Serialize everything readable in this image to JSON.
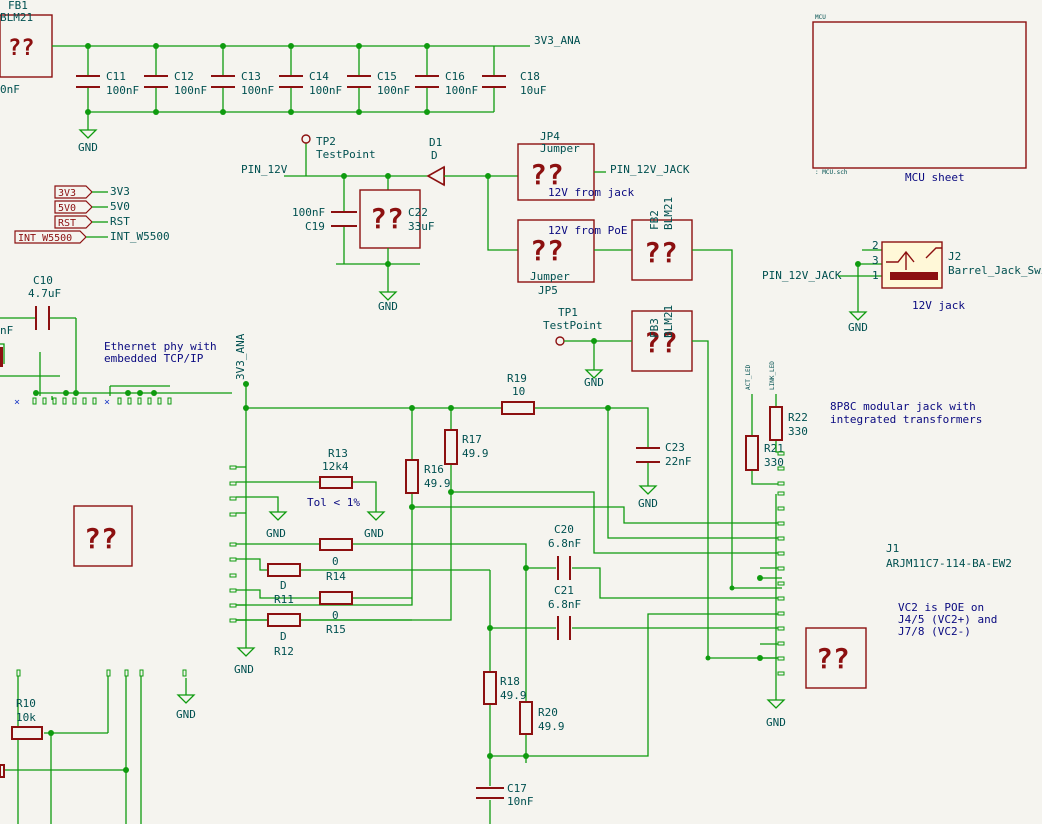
{
  "nets": {
    "v3_ana_top": "3V3_ANA",
    "v3_ana_vert": "3V3_ANA",
    "pin_12v": "PIN_12V",
    "pin_12v_jack_right": "PIN_12V_JACK",
    "pin_12v_jack_left": "PIN_12V_JACK",
    "net_3v3": "3V3",
    "net_5v0": "5V0",
    "net_rst": "RST",
    "net_int": "INT_W5500",
    "act_led": "ACT_LED",
    "link_led": "LINK_LED"
  },
  "global_labels": {
    "g3v3": "3V3",
    "g5v0": "5V0",
    "grst": "RST",
    "gint": "INT_W5500"
  },
  "gnd": "GND",
  "unknown_symbol": "??",
  "components": {
    "fb1_ref": "FB1",
    "fb1_val": "BLM21",
    "fb1_cut": "0nF",
    "c11_ref": "C11",
    "c11_val": "100nF",
    "c12_ref": "C12",
    "c12_val": "100nF",
    "c13_ref": "C13",
    "c13_val": "100nF",
    "c14_ref": "C14",
    "c14_val": "100nF",
    "c15_ref": "C15",
    "c15_val": "100nF",
    "c16_ref": "C16",
    "c16_val": "100nF",
    "c18_ref": "C18",
    "c18_val": "10uF",
    "tp2_ref": "TP2",
    "tp2_val": "TestPoint",
    "d1_ref": "D1",
    "d1_val": "D",
    "jp4_ref": "JP4",
    "jp4_val": "Jumper",
    "jp4_note": "12V from jack",
    "jp5_ref": "JP5",
    "jp5_val": "Jumper",
    "jp5_note": "12V from PoE",
    "c19_ref": "C19",
    "c19_val": "100nF",
    "c22_ref": "C22",
    "c22_val": "33uF",
    "fb2_ref": "FB2",
    "fb2_val": "BLM21",
    "fb3_ref": "FB3",
    "fb3_val": "BLM21",
    "tp1_ref": "TP1",
    "tp1_val": "TestPoint",
    "j2_ref": "J2",
    "j2_val": "Barrel_Jack_Swit",
    "j2_note": "12V jack",
    "j2_p1": "1",
    "j2_p2": "2",
    "j2_p3": "3",
    "c10_ref": "C10",
    "c10_val": "4.7uF",
    "c10_cut": "nF",
    "r19_ref": "R19",
    "r19_val": "10",
    "c23_ref": "C23",
    "c23_val": "22nF",
    "r17_ref": "R17",
    "r17_val": "49.9",
    "r16_ref": "R16",
    "r16_val": "49.9",
    "r13_ref": "R13",
    "r13_val": "12k4",
    "r13_note": "Tol < 1%",
    "r21_ref": "R21",
    "r21_val": "330",
    "r22_ref": "R22",
    "r22_val": "330",
    "c20_ref": "C20",
    "c20_val": "6.8nF",
    "c21_ref": "C21",
    "c21_val": "6.8nF",
    "r14_ref": "R14",
    "r14_val": "0",
    "r14_d": "D",
    "r11_ref": "R11",
    "r15_ref": "R15",
    "r15_val": "0",
    "r12_ref": "R12",
    "r12_d": "D",
    "r18_ref": "R18",
    "r18_val": "49.9",
    "r20_ref": "R20",
    "r20_val": "49.9",
    "c17_ref": "C17",
    "c17_val": "10nF",
    "r10_ref": "R10",
    "r10_val": "10k",
    "j1_ref": "J1",
    "j1_val": "ARJM11C7-114-BA-EW2"
  },
  "mcu_sheet": {
    "name": "MCU",
    "file": ": MCU.sch",
    "title": "MCU sheet"
  },
  "notes": {
    "ethernet_1": "Ethernet phy with",
    "ethernet_2": "embedded TCP/IP",
    "modular_1": "8P8C modular jack with",
    "modular_2": "integrated transformers",
    "poe_1": "VC2 is POE on",
    "poe_2": "J4/5 (VC2+) and",
    "poe_3": "J7/8 (VC2-)"
  },
  "nc_mark": "×",
  "colors": {
    "wire": "#0f9b0f",
    "component": "#8c1010",
    "text": "#005050",
    "note": "#0a0a80",
    "background": "#f5f4ef"
  }
}
